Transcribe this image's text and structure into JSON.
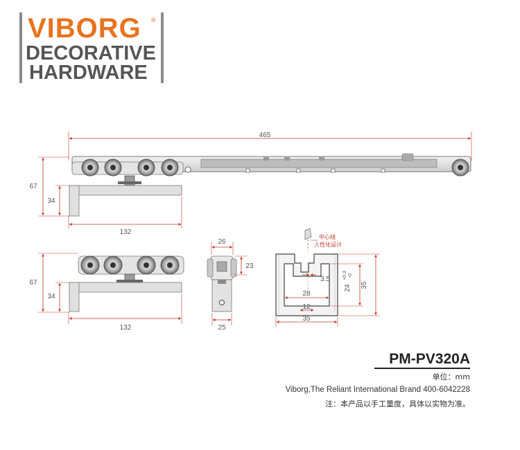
{
  "logo": {
    "brand": "VIBORG",
    "registered": "®",
    "line2": "DECORATIVE",
    "line3": "HARDWARE"
  },
  "dimensions": {
    "top_length": "465",
    "top_height": "67",
    "top_bracket_height": "34",
    "top_bracket_length": "132",
    "mid_height": "67",
    "mid_bracket_height": "34",
    "mid_bracket_length": "132",
    "end_width_top": "26",
    "end_height": "23",
    "end_width_bottom": "25",
    "profile_gap": "3.5",
    "profile_inner": "28",
    "profile_slot": "12",
    "profile_width": "35",
    "profile_height": "35",
    "profile_tol": "24",
    "profile_tol_plus": "+0.3",
    "profile_tol_minus": "-0",
    "center_line": "中心线",
    "ergonomic": "人性化设计"
  },
  "colors": {
    "brand_orange": "#e8731e",
    "dim_red": "#c0392b",
    "line_gray": "#555555"
  },
  "footer": {
    "model": "PM-PV320A",
    "unit": "单位：mm",
    "brand_line": "Viborg,The Reliant International Brand 400-6042228",
    "note": "注：本产品以手工量度，具体以实物为准。"
  }
}
